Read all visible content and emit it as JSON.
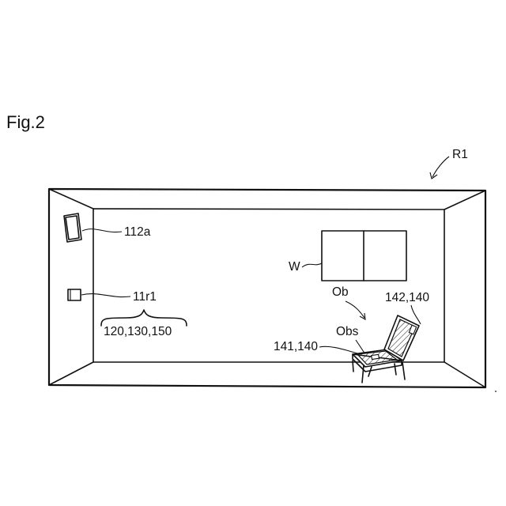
{
  "figure": {
    "title": "Fig.2",
    "labels": {
      "room": "R1",
      "speaker_ceiling": "112a",
      "device": "11r1",
      "device_components": "120,130,150",
      "window": "W",
      "chair": "Ob",
      "seat_sensor": "141,140",
      "back_sensor": "142,140",
      "seat_area": "Obs"
    }
  }
}
